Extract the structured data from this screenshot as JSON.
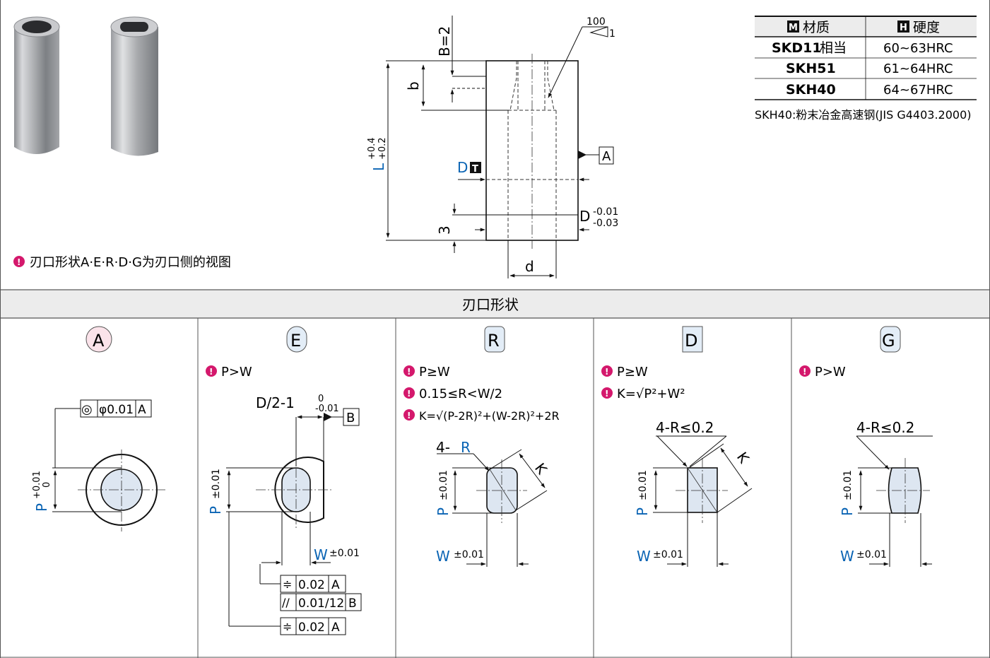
{
  "note_top": "刃口形状A·E·R·D·G为刃口侧的视图",
  "section_title": "刃口形状",
  "table": {
    "headers": [
      {
        "badge": "M",
        "label": "材质"
      },
      {
        "badge": "H",
        "label": "硬度"
      }
    ],
    "rows": [
      {
        "material_bold": "SKD11",
        "material_suffix": "相当",
        "hardness": "60~63HRC"
      },
      {
        "material_bold": "SKH51",
        "material_suffix": "",
        "hardness": "61~64HRC"
      },
      {
        "material_bold": "SKH40",
        "material_suffix": "",
        "hardness": "64~67HRC"
      }
    ],
    "footnote": "SKH40:粉末冶金高速钢(JIS G4403.2000)"
  },
  "main_drawing": {
    "b_eq": "B=2",
    "b": "b",
    "L": "L",
    "L_tol_upper": "+0.4",
    "L_tol_lower": "+0.2",
    "D_label": "D",
    "D_badge": "T",
    "dim3": "3",
    "d": "d",
    "D_tol_base": "D",
    "D_tol_upper": "-0.01",
    "D_tol_lower": "-0.03",
    "rough_100": "100",
    "rough_1": "1",
    "datum_A": "A"
  },
  "shapes": [
    {
      "code": "A",
      "badge_bg": "#fbe3ea",
      "notes": [],
      "P_label": "P",
      "P_tol_upper": "+0.01",
      "P_tol_lower": "0",
      "fcf": {
        "symbol": "◎",
        "value": "φ0.01",
        "datum": "A"
      }
    },
    {
      "code": "E",
      "badge_bg": "#e3edf7",
      "notes": [
        "P>W"
      ],
      "dim_top": "D/2-1",
      "dim_top_upper": "0",
      "dim_top_lower": "-0.01",
      "datum_B": "B",
      "P_label": "P",
      "P_tol": "±0.01",
      "W_label": "W",
      "W_tol": "±0.01",
      "fcf_rows": [
        {
          "symbol": "≑",
          "value": "0.02",
          "datum": "A"
        },
        {
          "symbol": "//",
          "value": "0.01/12",
          "datum": "B"
        },
        {
          "symbol": "≑",
          "value": "0.02",
          "datum": "A"
        }
      ]
    },
    {
      "code": "R",
      "badge_bg": "#e3edf7",
      "notes": [
        "P≥W",
        "0.15≤R<W/2",
        "K=√(P-2R)²+(W-2R)²+2R"
      ],
      "corner_prefix": "4-",
      "corner_R": "R",
      "K": "K",
      "P_label": "P",
      "P_tol": "±0.01",
      "W_label": "W",
      "W_tol": "±0.01"
    },
    {
      "code": "D",
      "badge_bg": "#e3edf7",
      "notes": [
        "P≥W",
        "K=√P²+W²"
      ],
      "corner": "4-R≤0.2",
      "K": "K",
      "P_label": "P",
      "P_tol": "±0.01",
      "W_label": "W",
      "W_tol": "±0.01"
    },
    {
      "code": "G",
      "badge_bg": "#e3edf7",
      "notes": [
        "P>W"
      ],
      "corner": "4-R≤0.2",
      "P_label": "P",
      "P_tol": "±0.01",
      "W_label": "W",
      "W_tol": "±0.01"
    }
  ],
  "colors": {
    "accent_blue": "#0a64b4",
    "note_icon": "#d4186c",
    "header_bg": "#ececec",
    "shape_fill": "#dde6f1"
  }
}
